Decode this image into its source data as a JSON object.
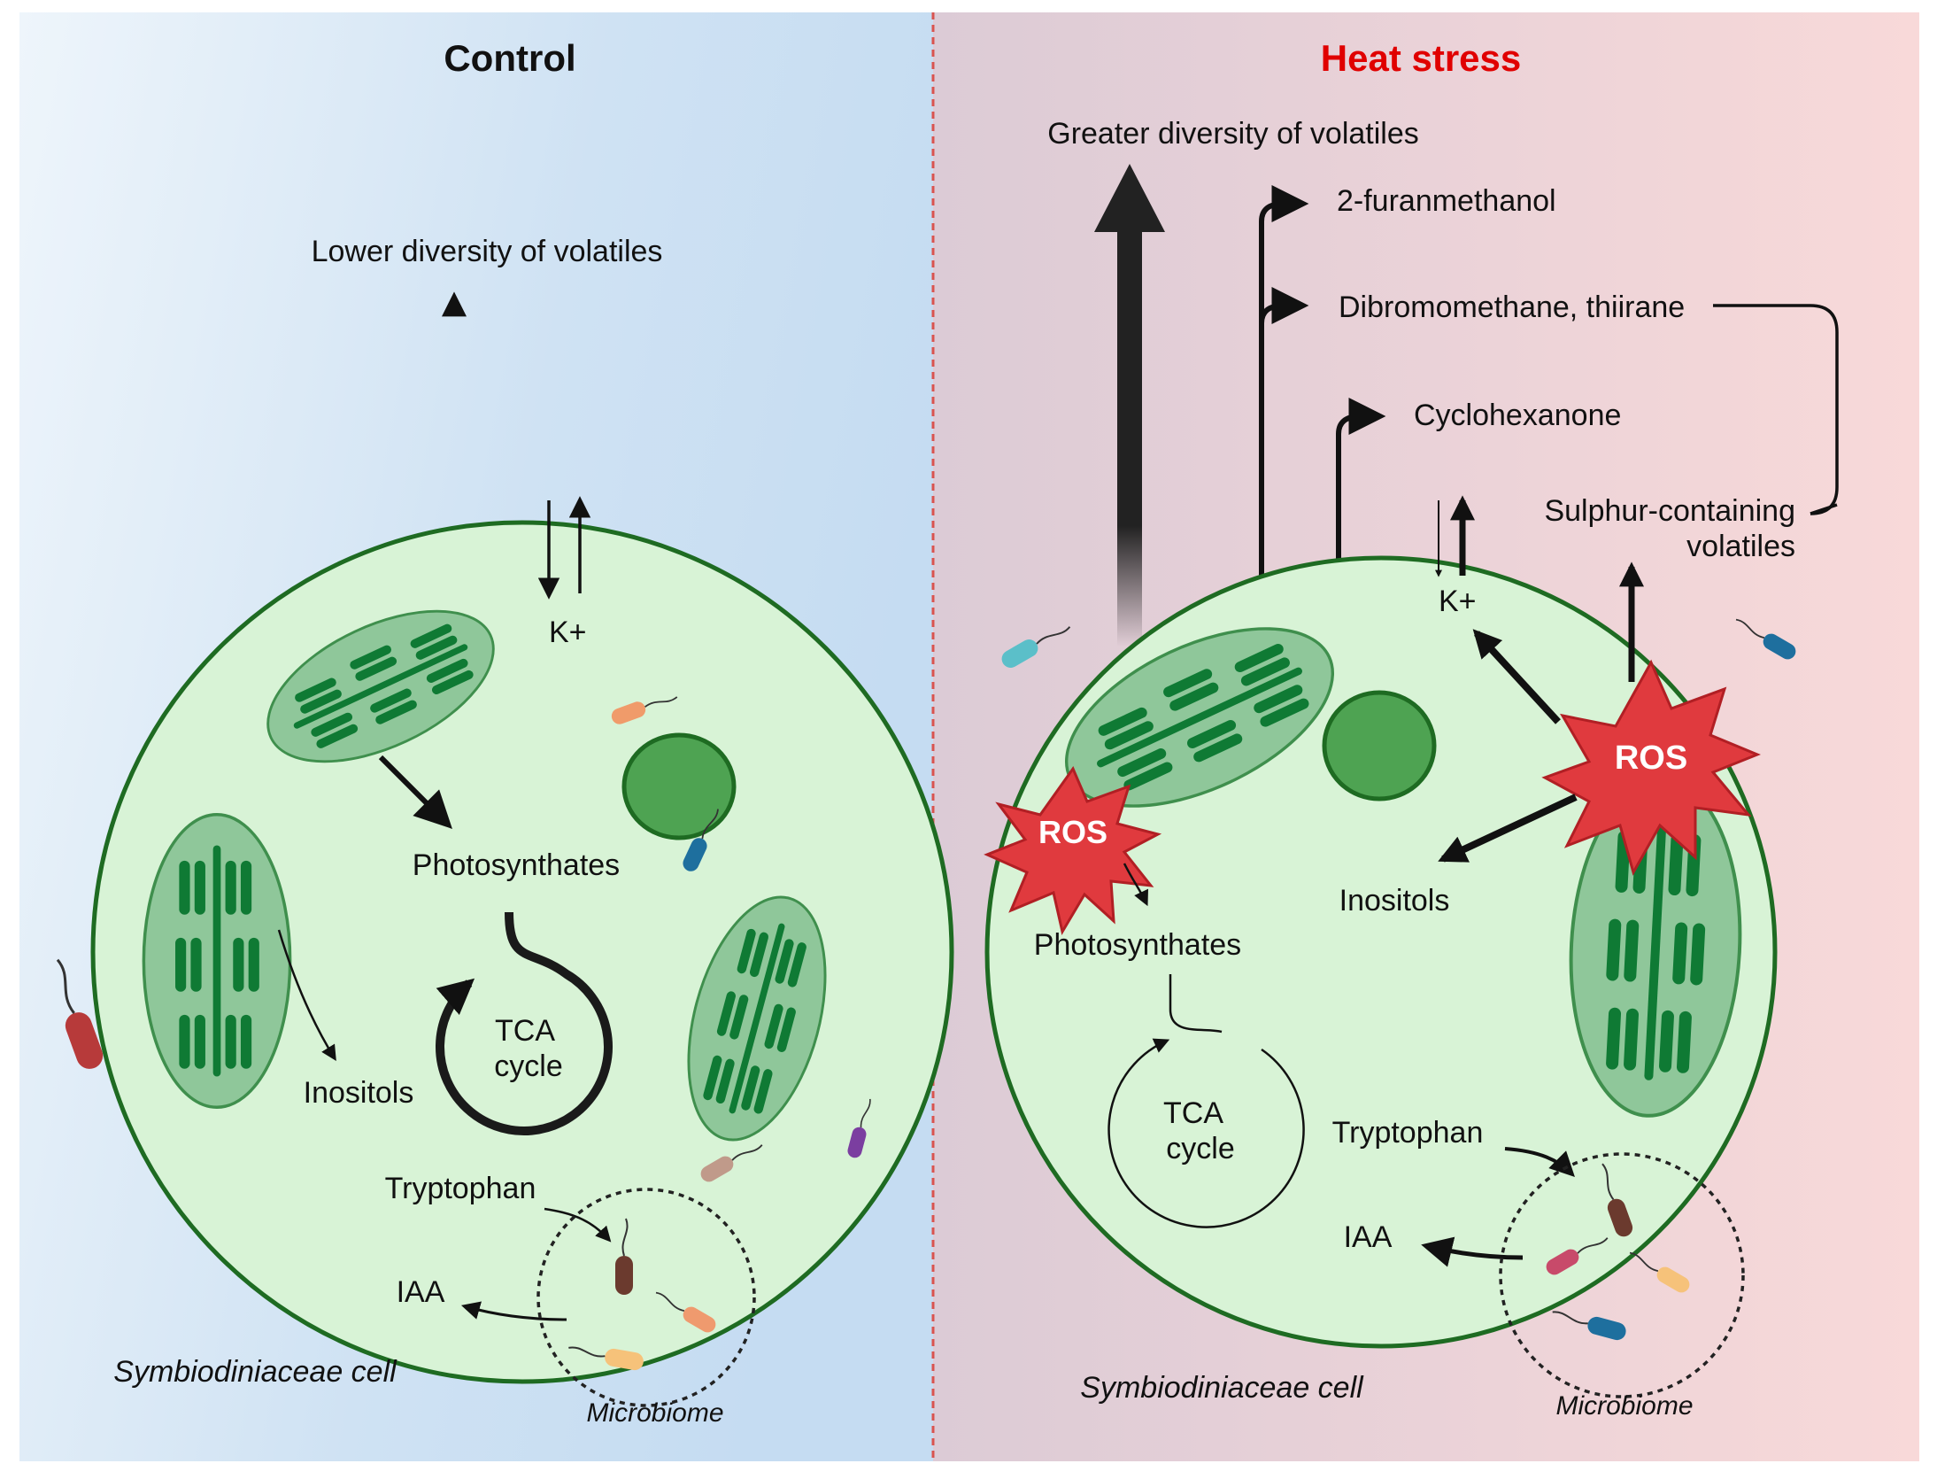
{
  "panels": {
    "control": {
      "title": "Control",
      "labels": {
        "volatiles": "Lower diversity of volatiles",
        "potassium": "K+",
        "photosynthates": "Photosynthates",
        "tca_line1": "TCA",
        "tca_line2": "cycle",
        "inositols": "Inositols",
        "tryptophan": "Tryptophan",
        "iaa": "IAA",
        "cell": "Symbiodiniaceae cell",
        "microbiome": "Microbiome"
      }
    },
    "heat": {
      "title": "Heat stress",
      "labels": {
        "volatiles": "Greater diversity of volatiles",
        "furanmethanol": "2-furanmethanol",
        "dibromomethane": "Dibromomethane, thiirane",
        "cyclohexanone": "Cyclohexanone",
        "sulphur_line1": "Sulphur-containing",
        "sulphur_line2": "volatiles",
        "potassium": "K+",
        "ros": "ROS",
        "photosynthates": "Photosynthates",
        "inositols": "Inositols",
        "tca_line1": "TCA",
        "tca_line2": "cycle",
        "tryptophan": "Tryptophan",
        "iaa": "IAA",
        "cell": "Symbiodiniaceae cell",
        "microbiome": "Microbiome"
      }
    }
  },
  "colors": {
    "control_bg": "#cfe2f3",
    "heat_bg": "#ecd3db",
    "cell_fill": "#d8f3d6",
    "cell_stroke": "#1e6b22",
    "chloroplast_fill": "#8fc79a",
    "thylakoid": "#0f7a34",
    "nucleus_fill": "#4ea352",
    "ros_red": "#e03a3e",
    "heat_title": "#e00000",
    "divider": "#d9534f"
  }
}
